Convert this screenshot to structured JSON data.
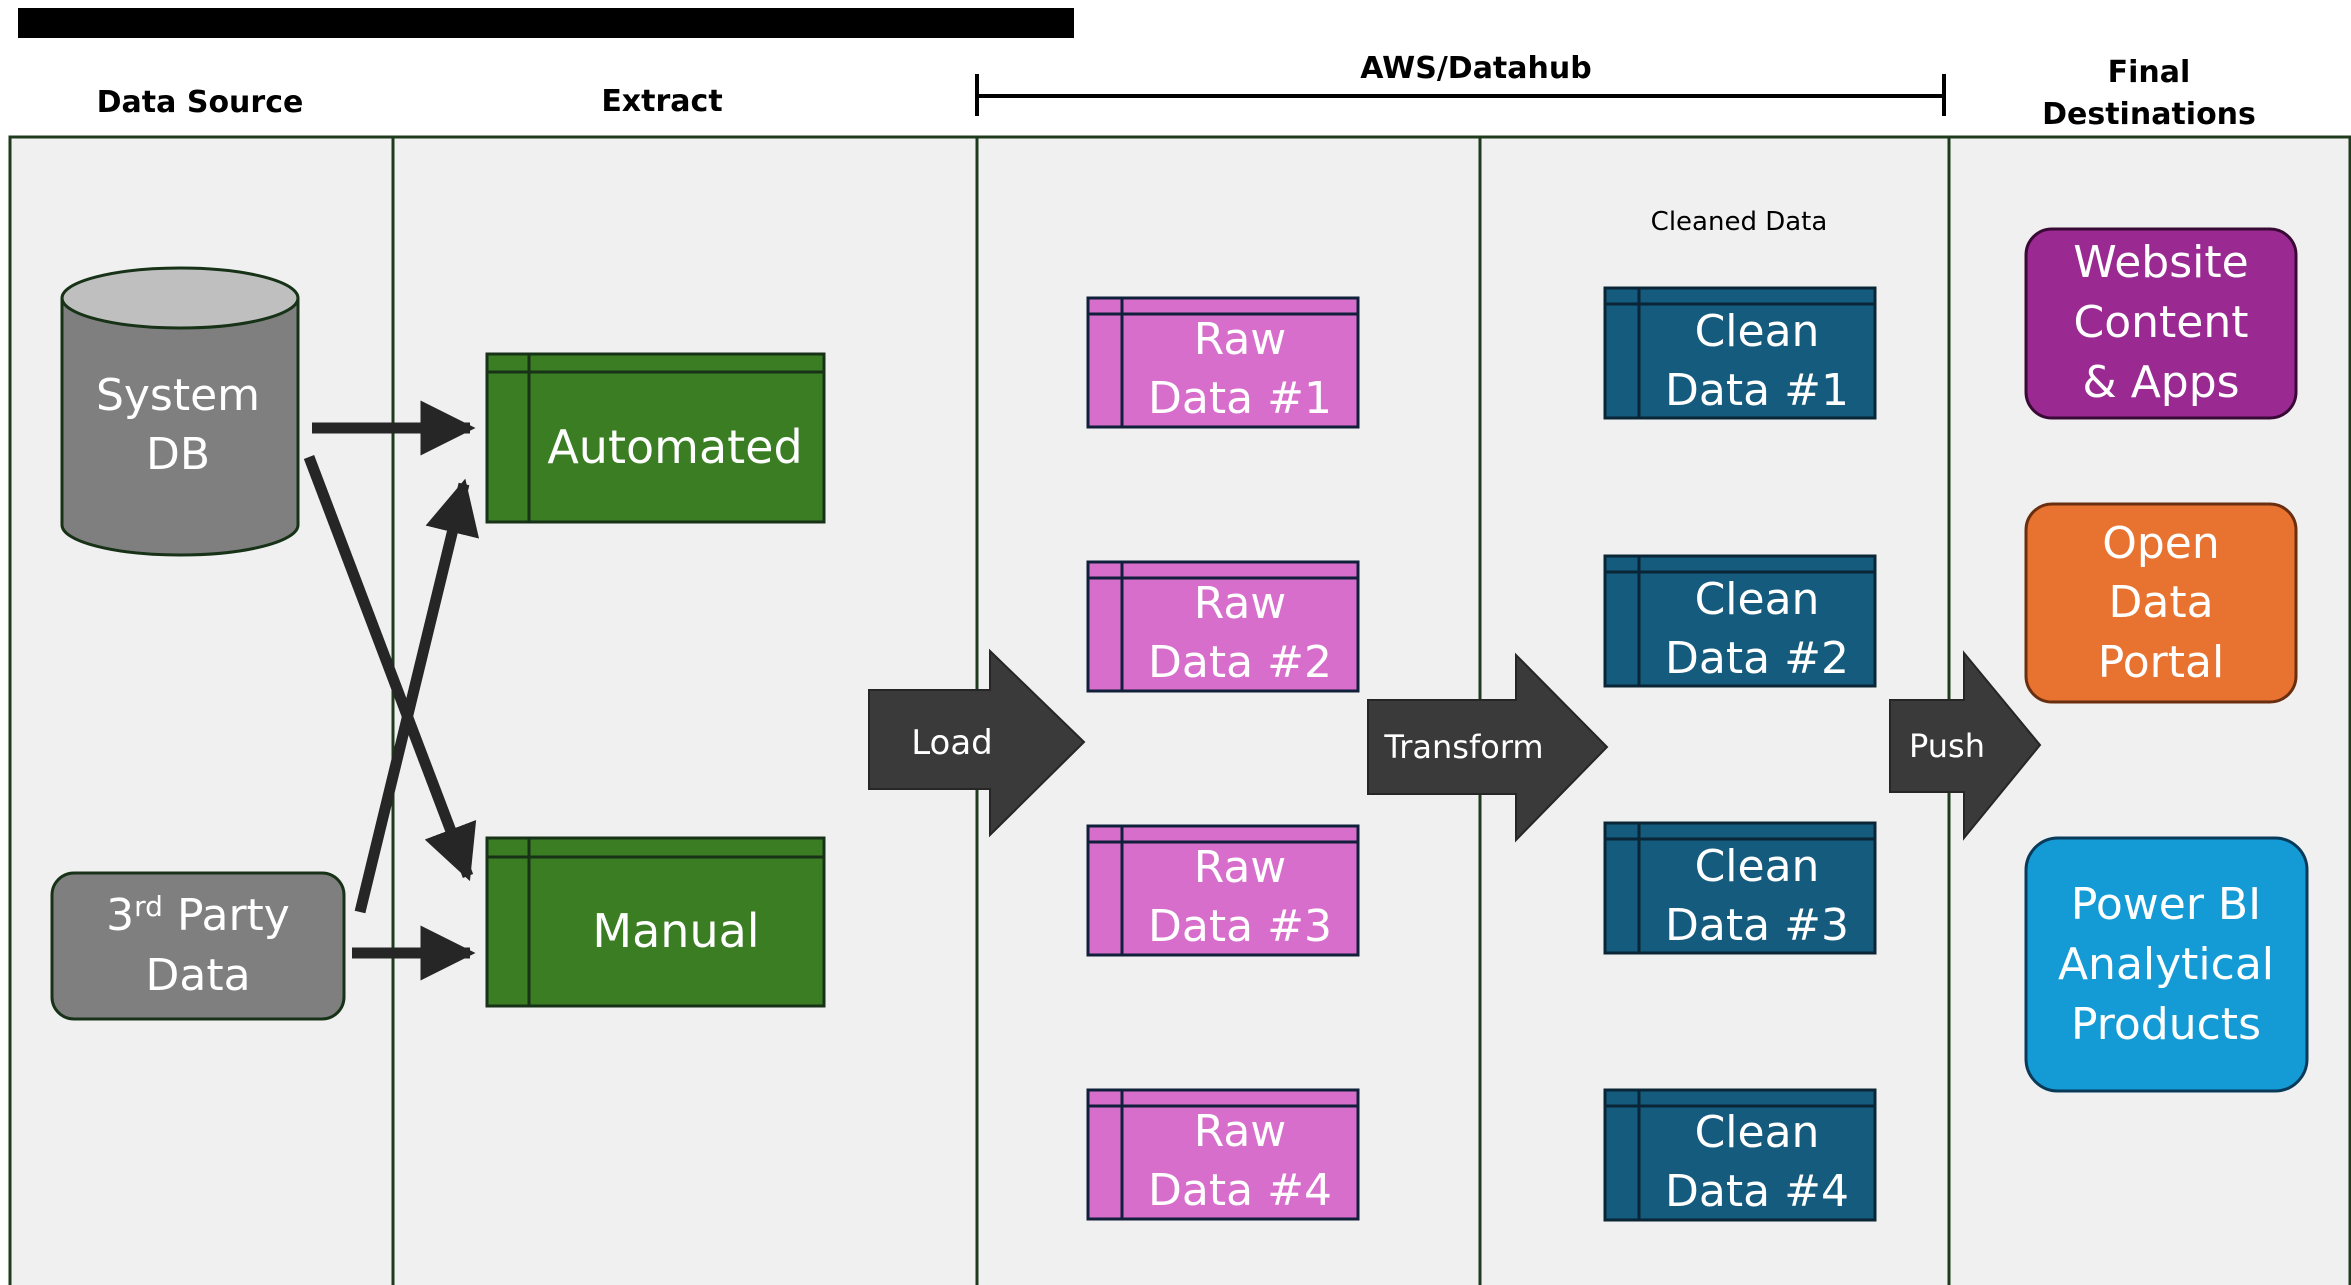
{
  "headers": {
    "data_source": "Data Source",
    "extract": "Extract",
    "aws": "AWS/Datahub",
    "final_line1": "Final",
    "final_line2": "Destinations"
  },
  "sources": {
    "system_db": [
      "System",
      "DB"
    ],
    "third_party_line1_main": "3",
    "third_party_line1_sup": "rd",
    "third_party_line1_rest": " Party",
    "third_party_line2": "Data"
  },
  "extract": {
    "automated": "Automated",
    "manual": "Manual"
  },
  "steps": {
    "load": "Load",
    "transform": "Transform",
    "push": "Push"
  },
  "raw_tables": [
    [
      "Raw",
      "Data #1"
    ],
    [
      "Raw",
      "Data #2"
    ],
    [
      "Raw",
      "Data #3"
    ],
    [
      "Raw",
      "Data #4"
    ]
  ],
  "cleaned_label": "Cleaned Data",
  "clean_tables": [
    [
      "Clean",
      "Data #1"
    ],
    [
      "Clean",
      "Data #2"
    ],
    [
      "Clean",
      "Data #3"
    ],
    [
      "Clean",
      "Data #4"
    ]
  ],
  "destinations": {
    "website": [
      "Website",
      "Content",
      "& Apps"
    ],
    "open_data": [
      "Open",
      "Data",
      "Portal"
    ],
    "power_bi": [
      "Power BI",
      "Analytical",
      "Products"
    ]
  },
  "colors": {
    "lane_bg": "#f0f0f0",
    "lane_border": "#1e3b1e",
    "db_gray": "#7f7f7f",
    "green": "#3a7d23",
    "pink": "#d86ecb",
    "teal": "#145b7d",
    "purple": "#9a2a92",
    "orange": "#e8722f",
    "blue": "#149bd6",
    "arrow_dark": "#3a3a3a"
  }
}
